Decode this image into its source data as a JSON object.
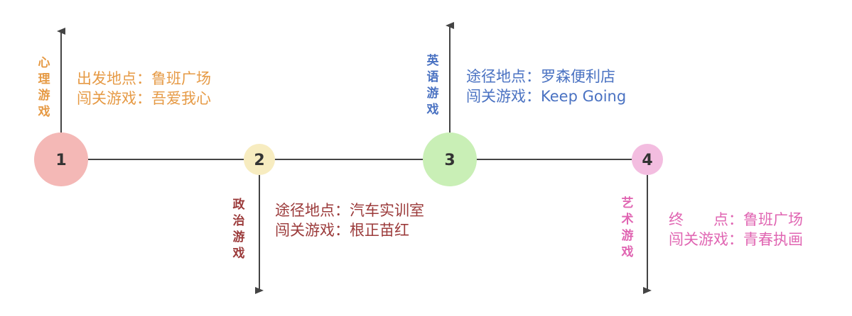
{
  "colors": {
    "line": "#444444",
    "stop1_fill": "#f4b8b6",
    "stop2_fill": "#f7ecc0",
    "stop3_fill": "#c9efb6",
    "stop4_fill": "#f3bde0",
    "stop1_text": "#e69a45",
    "stop2_text": "#9b3a3a",
    "stop3_text": "#4a72c2",
    "stop4_text": "#e065b2"
  },
  "stops": [
    {
      "number": "1",
      "category": [
        "心",
        "理",
        "游",
        "戏"
      ],
      "location": "出发地点：鲁班广场",
      "game": "闯关游戏：吾爱我心"
    },
    {
      "number": "2",
      "category": [
        "政",
        "治",
        "游",
        "戏"
      ],
      "location": "途径地点：汽车实训室",
      "game": "闯关游戏：根正苗红"
    },
    {
      "number": "3",
      "category": [
        "英",
        "语",
        "游",
        "戏"
      ],
      "location": "途径地点：罗森便利店",
      "game": "闯关游戏：Keep Going"
    },
    {
      "number": "4",
      "category": [
        "艺",
        "术",
        "游",
        "戏"
      ],
      "location": "终　　点：鲁班广场",
      "game": "闯关游戏：青春执画"
    }
  ]
}
